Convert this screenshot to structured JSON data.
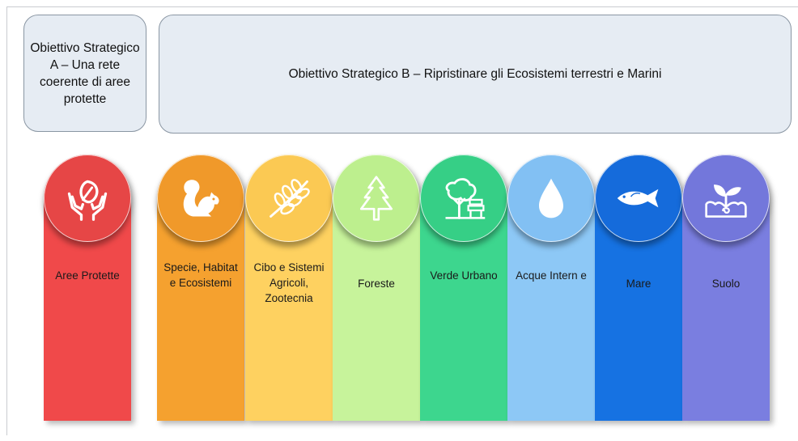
{
  "header": {
    "objective_a": "Obiettivo Strategico A – Una rete coerente di aree protette",
    "objective_b": "Obiettivo Strategico B – Ripristinare gli Ecosistemi terrestri e Marini"
  },
  "columns": [
    {
      "label": "Aree Protette",
      "color": "#f0494a",
      "circle_color": "#e64646",
      "icon": "hands-leaf-icon"
    },
    {
      "label": "Specie, Habitat e Ecosistemi",
      "color": "#f5a12f",
      "circle_color": "#f0992a",
      "icon": "squirrel-icon"
    },
    {
      "label": "Cibo e Sistemi Agricoli, Zootecnia",
      "color": "#fed160",
      "circle_color": "#fbc953",
      "icon": "wheat-icon"
    },
    {
      "label": "Foreste",
      "color": "#c7f39b",
      "circle_color": "#bdef8e",
      "icon": "pine-tree-icon"
    },
    {
      "label": "Verde Urbano",
      "color": "#3dd68e",
      "circle_color": "#36cf86",
      "icon": "urban-tree-bench-icon"
    },
    {
      "label": "Acque Intern e",
      "color": "#8dc8f6",
      "circle_color": "#82c0f3",
      "icon": "water-drop-icon"
    },
    {
      "label": "Mare",
      "color": "#1672e2",
      "circle_color": "#156bdb",
      "icon": "fish-icon"
    },
    {
      "label": "Suolo",
      "color": "#7a7ee0",
      "circle_color": "#7377db",
      "icon": "sprout-soil-icon"
    }
  ]
}
